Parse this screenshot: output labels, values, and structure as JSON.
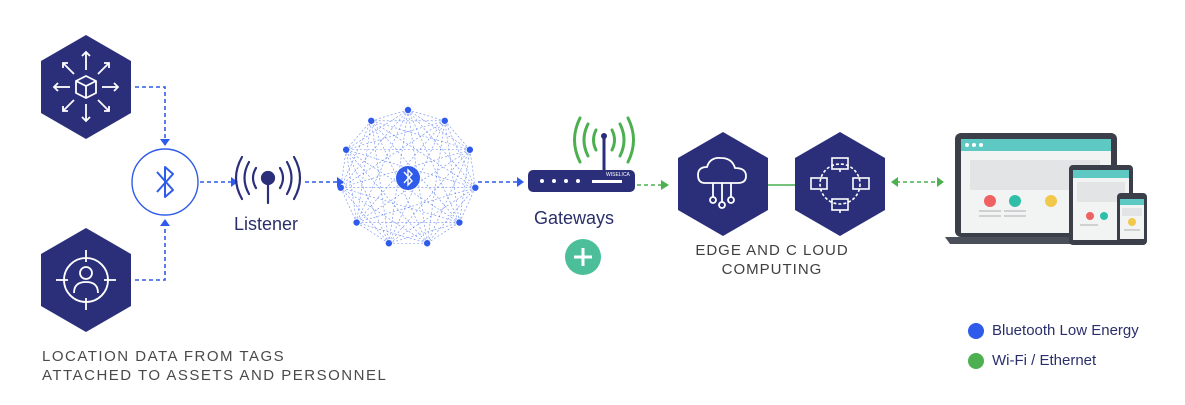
{
  "diagram": {
    "source_caption": {
      "line1": "LOCATION DATA FROM TAGS",
      "line2": "ATTACHED  TO ASSETS AND PERSONNEL"
    },
    "listener_label": "Listener",
    "gateways_label": "Gateways",
    "router_brand": "WISELICA",
    "edge_caption": {
      "line1": "EDGE AND C LOUD",
      "line2": "COMPUTING"
    },
    "legend": [
      {
        "label": "Bluetooth Low Energy",
        "color": "#2f5bea"
      },
      {
        "label": "Wi-Fi / Ethernet",
        "color": "#4caf50"
      }
    ],
    "colors": {
      "navy": "#2b2f7a",
      "ble_blue": "#2f5bea",
      "wifi_green": "#4caf50",
      "plus_teal": "#4cbf9a"
    },
    "icons": [
      "asset-box-icon",
      "personnel-target-icon",
      "bluetooth-icon",
      "listener-antenna-icon",
      "mesh-network-icon",
      "router-icon",
      "wifi-signal-icon",
      "plus-icon",
      "cloud-icon",
      "network-icon",
      "devices-icon"
    ]
  }
}
